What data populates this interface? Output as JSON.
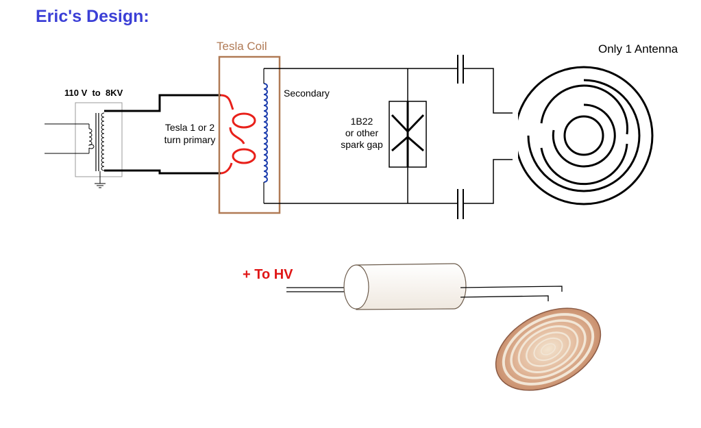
{
  "title": "Eric's Design:",
  "labels": {
    "voltage": "110 V  to  8KV",
    "tesla_coil": "Tesla Coil",
    "primary_line1": "Tesla 1 or 2",
    "primary_line2": "turn primary",
    "secondary": "Secondary",
    "spark_line1": "1B22",
    "spark_line2": "or other",
    "spark_line3": "spark gap",
    "antenna": "Only 1 Antenna",
    "to_hv": "+ To HV"
  },
  "colors": {
    "title": "#3b3fd6",
    "tesla_coil": "#b07a55",
    "primary_coil": "#e8201a",
    "secondary_coil": "#1e3fae",
    "to_hv": "#e01616",
    "wire": "#000000",
    "transformer_box": "#9a9a9a"
  }
}
